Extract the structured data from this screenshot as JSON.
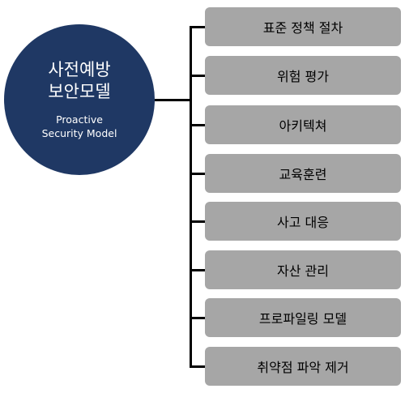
{
  "hub": {
    "title_line1": "사전예방",
    "title_line2": "보안모델",
    "subtitle_line1": "Proactive",
    "subtitle_line2": "Security Model"
  },
  "items": [
    "표준 정책 절차",
    "위험 평가",
    "아키텍쳐",
    "교육훈련",
    "사고 대응",
    "자산 관리",
    "프로파일링 모델",
    "취약점 파악 제거"
  ],
  "colors": {
    "hub_fill": "#1f3864",
    "box_fill": "#a6a6a6",
    "connector": "#000000"
  }
}
